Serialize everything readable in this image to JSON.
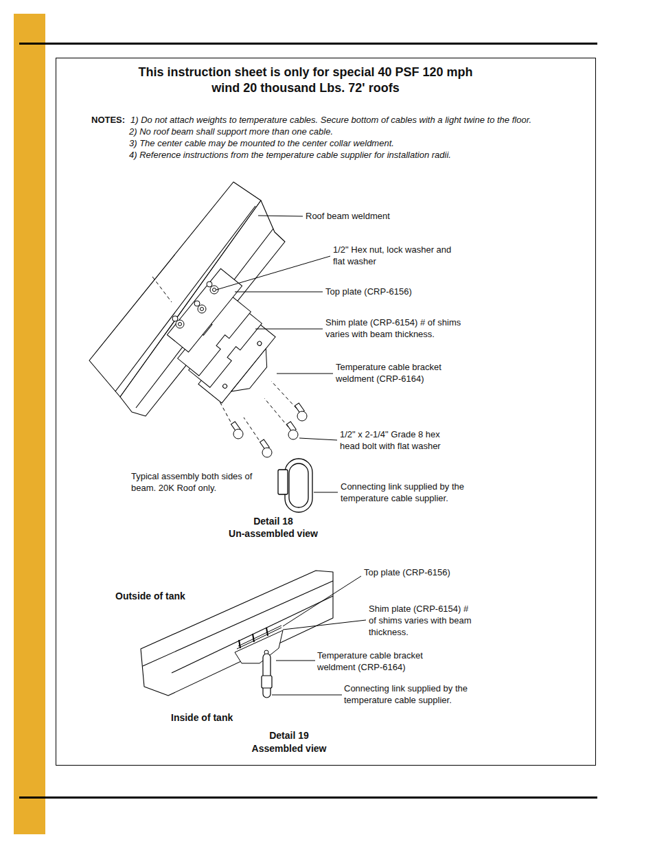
{
  "diagram": {
    "title": "This instruction sheet is only for special 40 PSF 120 mph wind 20 thousand Lbs. 72' roofs",
    "labels": [
      "NOTES:",
      "1) Do not attach weights to temperature cables. Secure bottom of cables with a light twine to the floor.",
      "2) No roof beam shall support more than one cable.",
      "3) The center cable may be mounted to the center collar weldment.",
      "4) Reference instructions from the temperature cable supplier for installation radii.",
      "Roof beam weldment",
      "1/2\" Hex nut, lock washer and flat washer",
      "Top plate (CRP-6156)",
      "Shim plate (CRP-6154) # of shims varies with beam thickness.",
      "Temperature cable bracket weldment (CRP-6164)",
      "1/2\" x 2-1/4\" Grade 8 hex head bolt with flat washer",
      "Typical assembly both sides of beam. 20K Roof only.",
      "Connecting link supplied by the temperature cable supplier.",
      "Detail 18",
      "Un-assembled view",
      "Outside of tank",
      "Top plate (CRP-6156)",
      "Shim plate (CRP-6154) # of shims varies with beam thickness.",
      "Temperature cable bracket weldment (CRP-6164)",
      "Connecting link supplied by the temperature cable supplier.",
      "Inside of tank",
      "Detail 19",
      "Assembled view"
    ]
  }
}
